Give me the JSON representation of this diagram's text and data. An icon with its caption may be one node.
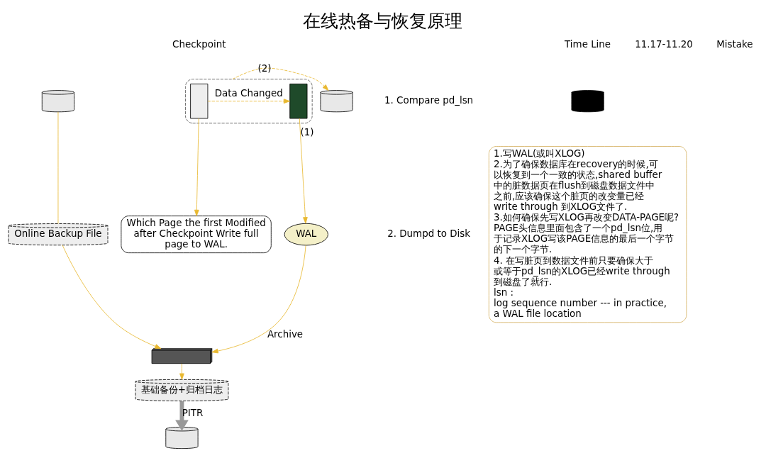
{
  "diagram": {
    "title": "在线热备与恢复原理",
    "nodes": [
      {
        "text": [],
        "shape": "cylinder"
      },
      {
        "text": [],
        "shape": "box"
      },
      {
        "text": [],
        "shape": "box",
        "in": 1
      },
      {
        "text": [],
        "shape": "box",
        "in": 1
      },
      {
        "text": [],
        "shape": "cylinder"
      },
      {
        "text": [
          "Which Page the first Modified after Checkpoint Write full page to WAL."
        ]
      },
      {
        "text": [
          "WAL"
        ]
      },
      {
        "text": [],
        "shape": "picture"
      },
      {
        "text": [
          "Online Backup File"
        ]
      },
      {
        "text": [
          "基础备份+归档日志"
        ]
      },
      {
        "text": [],
        "shape": "cylinder"
      },
      {
        "text": [],
        "shape": "cylinder"
      },
      {
        "text": [
          "1.写WAL(或叫XLOG)",
          "2.为了确保数据库在recovery的时候,可以恢复到一个一致的状态,shared buffer中的脏数据页在flush到磁盘数据文件中之前,应该确保这个脏页的改变量已经write through 到XLOG文件了.",
          "3.如何确保先写XLOG再改变DATA-PAGE呢?PAGE头信息里面包含了一个pd_lsn位,用于记录XLOG写该PAGE信息的最后一个字节的下一个字节.",
          "4. 在写脏页到数据文件前只要确保大于或等于pd_lsn的XLOG已经write through到磁盘了就行.",
          "lsn :",
          "log sequence number --- in practice, a WAL file location"
        ]
      }
    ],
    "edges": [
      {
        "from": 2,
        "to": 3,
        "arrow": "to",
        "label": "Data Changed",
        "style": "dashed"
      },
      {
        "from": 1,
        "to": 4,
        "arrow": "to",
        "label": "(2)",
        "style": "dashed"
      },
      {
        "from": 2,
        "to": 5,
        "arrow": "to"
      },
      {
        "from": 3,
        "to": 6,
        "arrow": "to",
        "label": "(1)"
      },
      {
        "from": 6,
        "to": 7,
        "arrow": "to",
        "label": "Archive"
      },
      {
        "from": 0,
        "to": 8,
        "arrow": "none"
      },
      {
        "from": 8,
        "to": 7,
        "arrow": "to"
      },
      {
        "from": 7,
        "to": 9,
        "arrow": "to"
      },
      {
        "from": 9,
        "to": 10,
        "arrow": "to",
        "label": "PITR",
        "style": "thick",
        "color": "#999999"
      }
    ],
    "labels": [
      "11.17-11.20",
      "Checkpoint",
      "Mistake",
      "Time Line",
      "1. Compare pd_lsn",
      "2. Dumpd to Disk"
    ]
  }
}
